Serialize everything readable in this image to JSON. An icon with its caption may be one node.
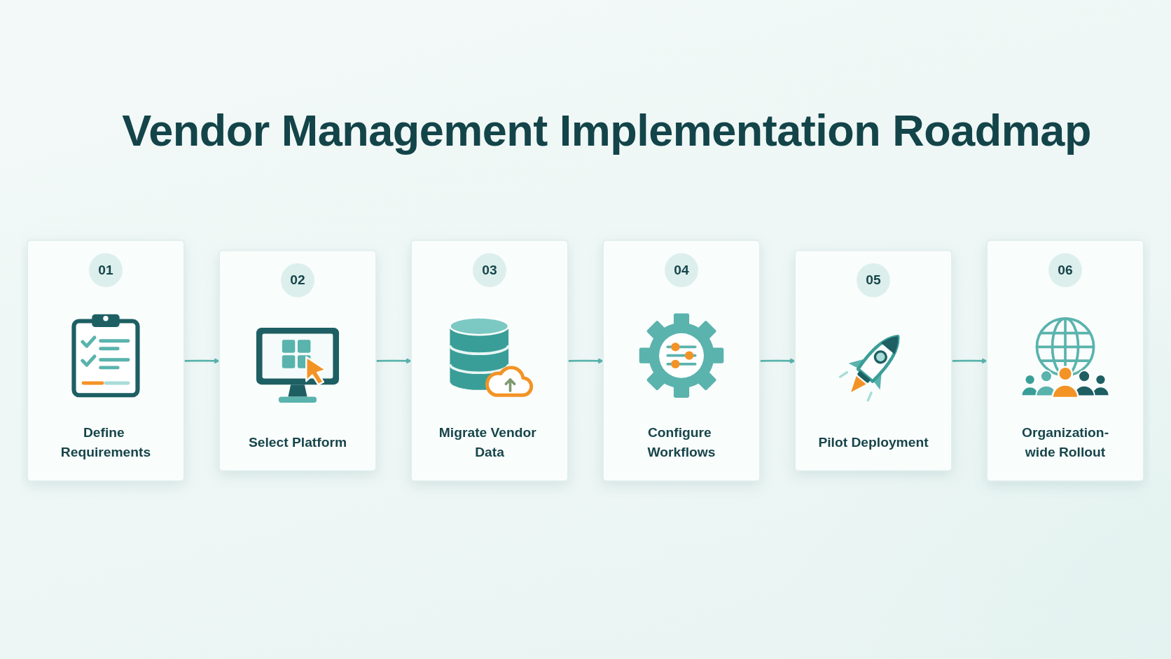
{
  "diagram": {
    "title": "Vendor Management Implementation Roadmap",
    "nodes": [
      {
        "text": [
          "01",
          "Define Requirements"
        ]
      },
      {
        "text": [
          "02",
          "Select Platform"
        ]
      },
      {
        "text": [
          "03",
          "Migrate Vendor Data"
        ]
      },
      {
        "text": [
          "04",
          "Configure Workflows"
        ]
      },
      {
        "text": [
          "05",
          "Pilot Deployment"
        ]
      },
      {
        "text": [
          "06",
          "Organization-wide Rollout"
        ]
      }
    ],
    "edges": [
      {
        "from": 0,
        "to": 1,
        "arrow": "to"
      },
      {
        "from": 1,
        "to": 2,
        "arrow": "to"
      },
      {
        "from": 2,
        "to": 3,
        "arrow": "to"
      },
      {
        "from": 3,
        "to": 4,
        "arrow": "to"
      },
      {
        "from": 4,
        "to": 5,
        "arrow": "to"
      }
    ]
  }
}
